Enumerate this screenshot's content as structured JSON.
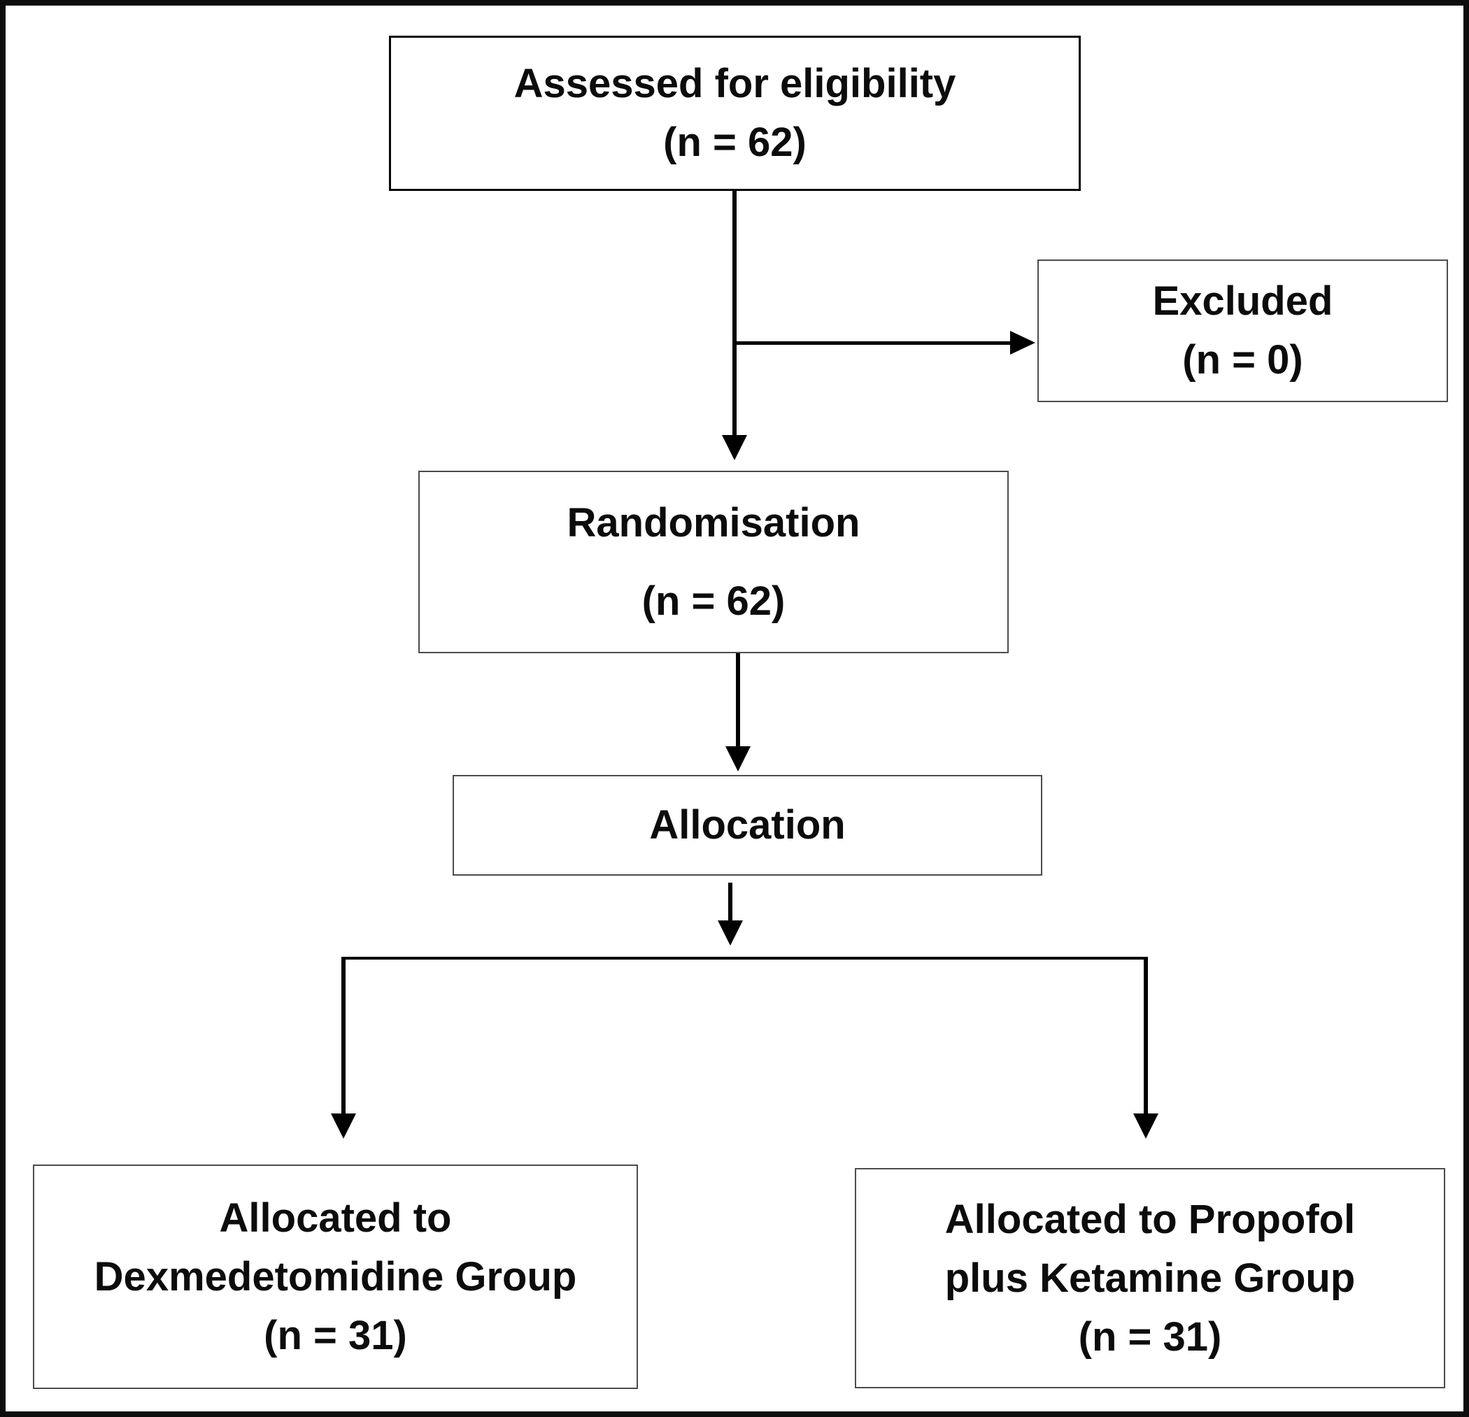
{
  "figure": {
    "name": "participant-flow-diagram",
    "boxes": {
      "assessed": {
        "lines": [
          "Assessed for eligibility",
          "(n = 62)"
        ]
      },
      "excluded": {
        "lines": [
          "Excluded",
          "(n = 0)"
        ]
      },
      "randomisation": {
        "lines": [
          "Randomisation",
          "(n = 62)"
        ]
      },
      "allocation": {
        "lines": [
          "Allocation"
        ]
      },
      "group_dexmedetomidine": {
        "lines": [
          "Allocated to",
          "Dexmedetomidine Group",
          "(n = 31)"
        ]
      },
      "group_propofol_ketamine": {
        "lines": [
          "Allocated to Propofol",
          "plus Ketamine Group",
          "(n = 31)"
        ]
      }
    },
    "colors": {
      "background": "#ffffff",
      "text": "#0c0c0c",
      "outer_border": "#0d0d0d",
      "strong_box_border": "#050505",
      "thin_box_border": "#4c4c4c",
      "arrow": "#000000"
    }
  }
}
